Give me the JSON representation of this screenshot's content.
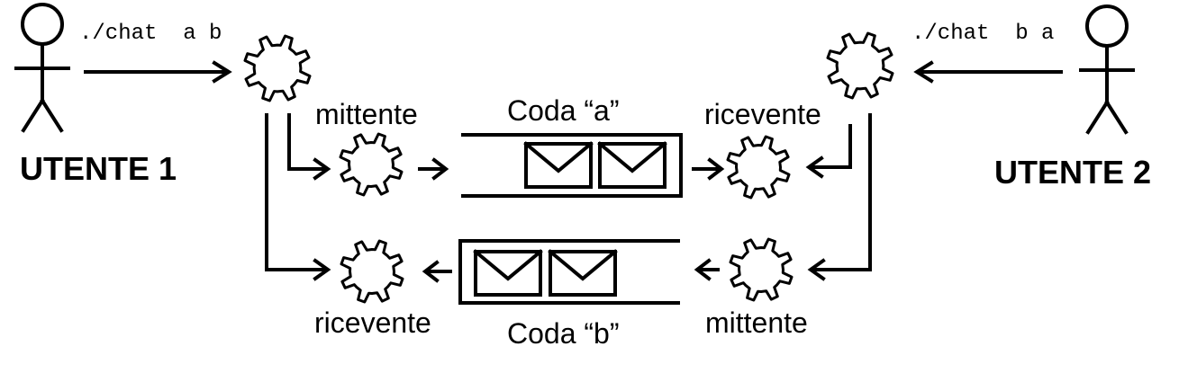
{
  "users": {
    "left": {
      "label": "UTENTE 1",
      "command": "./chat  a b"
    },
    "right": {
      "label": "UTENTE 2",
      "command": "./chat  b a"
    }
  },
  "queues": {
    "a": {
      "label": "Coda “a”"
    },
    "b": {
      "label": "Coda “b”"
    }
  },
  "processes": {
    "sender_a": "mittente",
    "receiver_a": "ricevente",
    "receiver_b": "ricevente",
    "sender_b": "mittente"
  }
}
